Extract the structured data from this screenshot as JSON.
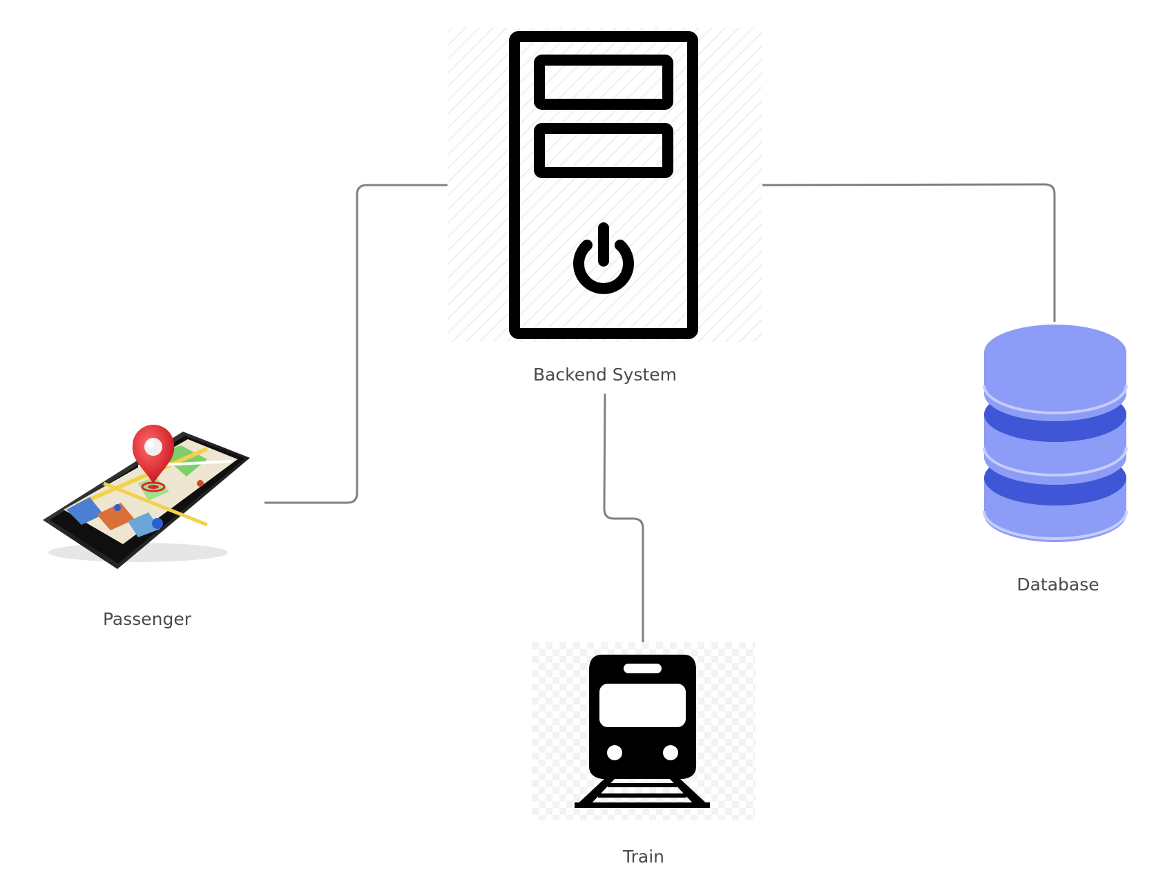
{
  "diagram": {
    "nodes": {
      "backend": {
        "label": "Backend System",
        "icon": "server-icon"
      },
      "passenger": {
        "label": "Passenger",
        "icon": "smartphone-map-icon"
      },
      "database": {
        "label": "Database",
        "icon": "database-icon"
      },
      "train": {
        "label": "Train",
        "icon": "train-icon"
      }
    },
    "edges": [
      {
        "from": "backend",
        "to": "passenger"
      },
      {
        "from": "backend",
        "to": "database"
      },
      {
        "from": "backend",
        "to": "train"
      }
    ],
    "colors": {
      "connector": "#7f7f7f",
      "label_text": "#4a4a4a",
      "database_light": "#8d9cf7",
      "database_dark": "#3f56d6",
      "icon_black": "#000000",
      "pin_red": "#e0232d"
    }
  }
}
